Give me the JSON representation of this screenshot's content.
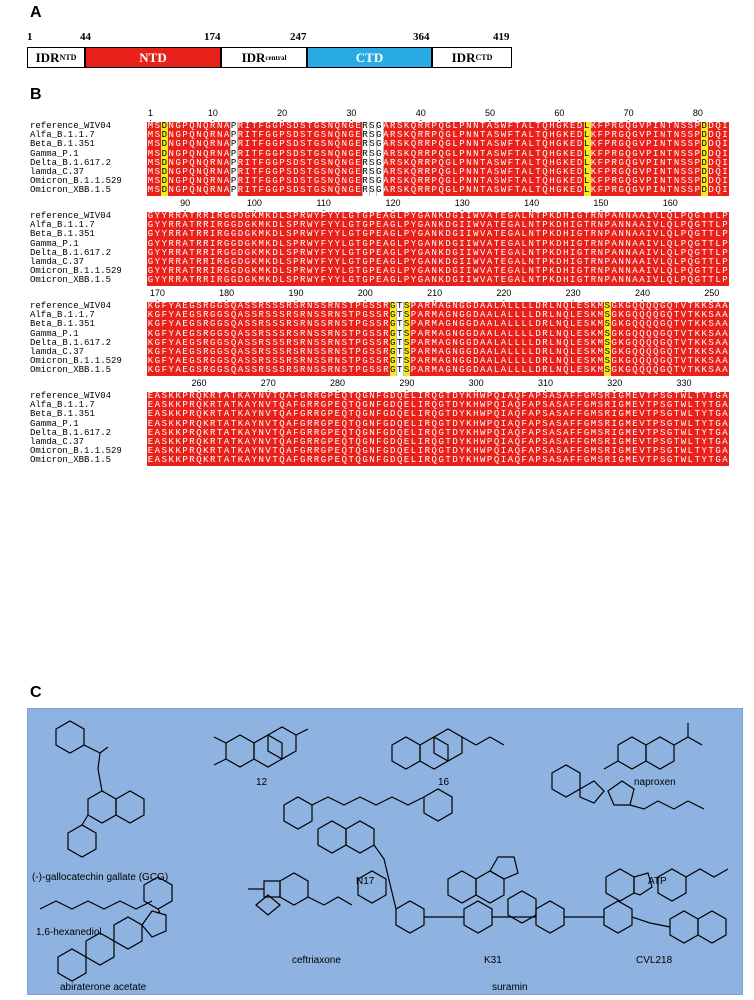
{
  "panels": {
    "a": "A",
    "b": "B",
    "c": "C"
  },
  "domain_map": {
    "positions": [
      "1",
      "44",
      "174",
      "247",
      "364",
      "419"
    ],
    "segments": [
      {
        "main": "IDR",
        "sub": "NTD",
        "color": "#ffffff"
      },
      {
        "main": "NTD",
        "sub": "",
        "color": "#e8221b"
      },
      {
        "main": "IDR",
        "sub": "central",
        "color": "#ffffff"
      },
      {
        "main": "CTD",
        "sub": "",
        "color": "#29aae2"
      },
      {
        "main": "IDR",
        "sub": "CTD",
        "color": "#ffffff"
      }
    ]
  },
  "alignment": {
    "strains": [
      "reference_WIV04",
      "Alfa_B.1.1.7",
      "Beta_B.1.351",
      "Gamma_P.1",
      "Delta_B.1.617.2",
      "lamda_C.37",
      "Omicron_B.1.1.529",
      "Omicron_XBB.1.5"
    ],
    "blocks": [
      {
        "ruler": [
          "1",
          "10",
          "20",
          "30",
          "40",
          "50",
          "60",
          "70",
          "80"
        ],
        "seq": "MSDNGPQNQRNAPRITFGGPSDSTGSNQNGERSGARSKQRRPQGLPNNTASWFTALTQHGKEDLKFPRGQGVPINTNSSPDDQI"
      },
      {
        "ruler": [
          "90",
          "100",
          "110",
          "120",
          "130",
          "140",
          "150",
          "160"
        ],
        "seq": "GYYRRATRRIRGGDGKMKDLSPRWYFYYLGTGPEAGLPYGANKDGIIWVATEGALNTPKDHIGTRNPANNAAIVLQLPQGTTLP"
      },
      {
        "ruler": [
          "170",
          "180",
          "190",
          "200",
          "210",
          "220",
          "230",
          "240",
          "250"
        ],
        "seq": "KGFYAEGSRGGSQASSRSSSRSRNSSRNSTPGSSRGTSPARMAGNGGDAALALLLLDRLNQLESKMSGKGQQQQGQTVTKKSAA"
      },
      {
        "ruler": [
          "260",
          "270",
          "280",
          "290",
          "300",
          "310",
          "320",
          "330"
        ],
        "seq": "EASKKPRQKRTATKAYNVTQAFGRRGPEQTQGNFGDQELIRQGTDYKHWPQIAQFAPSASAFFGMSRIGMEVTPSGTWLTYTGA"
      }
    ]
  },
  "molecules": [
    "(-)-gallocatechin gallate (GCG)",
    "12",
    "16",
    "naproxen",
    "N17",
    "ATP",
    "ceftriaxone",
    "K31",
    "CVL218",
    "1,6-hexanediol",
    "abiraterone acetate",
    "suramin"
  ],
  "colors": {
    "background": "#8eb3e0",
    "conserved": "#e8221b",
    "variant": "#f6ea1f",
    "ctd": "#29aae2"
  }
}
